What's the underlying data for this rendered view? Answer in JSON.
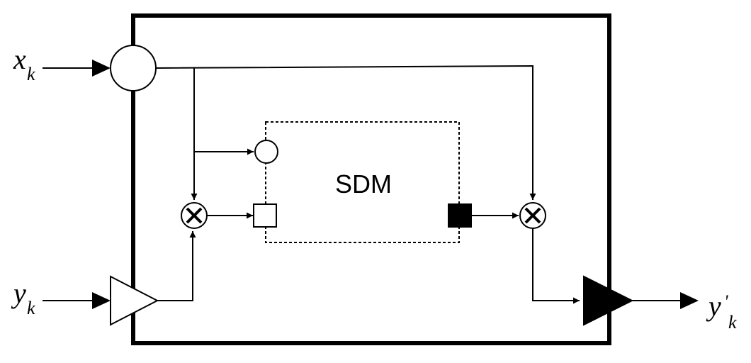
{
  "diagram": {
    "module_label": "SDM",
    "inputs": [
      {
        "symbol": "x",
        "subscript": "k"
      },
      {
        "symbol": "y",
        "subscript": "k"
      }
    ],
    "output": {
      "symbol": "y",
      "prime": "'",
      "subscript": "k"
    },
    "multiply_symbol": "×"
  }
}
